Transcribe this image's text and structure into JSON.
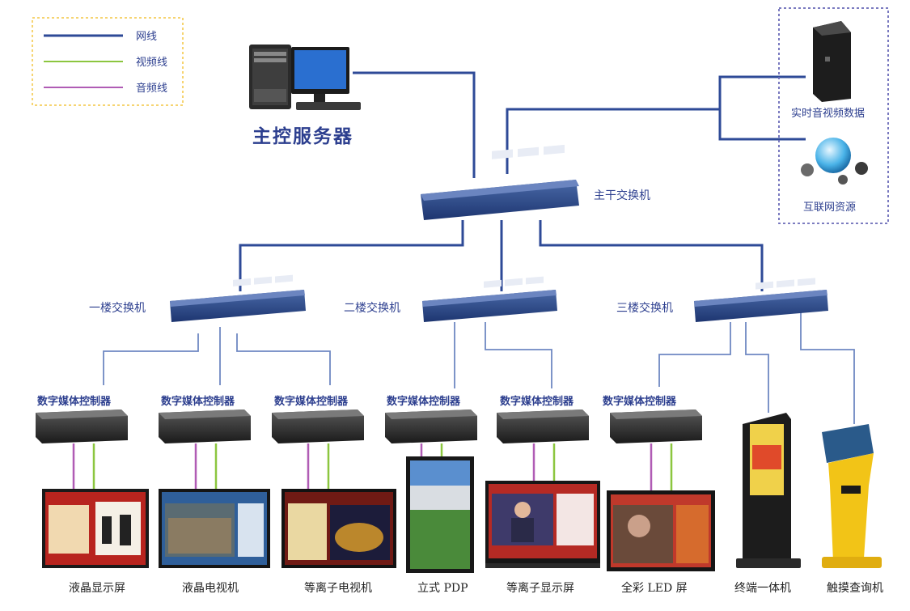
{
  "legend": {
    "items": [
      {
        "label": "网线",
        "color": "#2e4a97"
      },
      {
        "label": "视频线",
        "color": "#8cc63f"
      },
      {
        "label": "音频线",
        "color": "#b05cb5"
      }
    ],
    "border_color": "#f4c542"
  },
  "server": {
    "label": "主控服务器"
  },
  "main_switch": {
    "label": "主干交换机"
  },
  "sources": {
    "items": [
      {
        "label": "实时音视频数据",
        "icon": "server-tower-icon"
      },
      {
        "label": "互联网资源",
        "icon": "globe-icon"
      }
    ],
    "border_color": "#6a6ab8"
  },
  "floor_switches": [
    {
      "label": "一楼交换机"
    },
    {
      "label": "二楼交换机"
    },
    {
      "label": "三楼交换机"
    }
  ],
  "controller_label": "数字媒体控制器",
  "terminals": [
    {
      "label": "液晶显示屏"
    },
    {
      "label": "液晶电视机"
    },
    {
      "label": "等离子电视机"
    },
    {
      "label": "立式 PDP"
    },
    {
      "label": "等离子显示屏"
    },
    {
      "label": "全彩 LED 屏"
    },
    {
      "label": "终端一体机"
    },
    {
      "label": "触摸查询机"
    }
  ]
}
